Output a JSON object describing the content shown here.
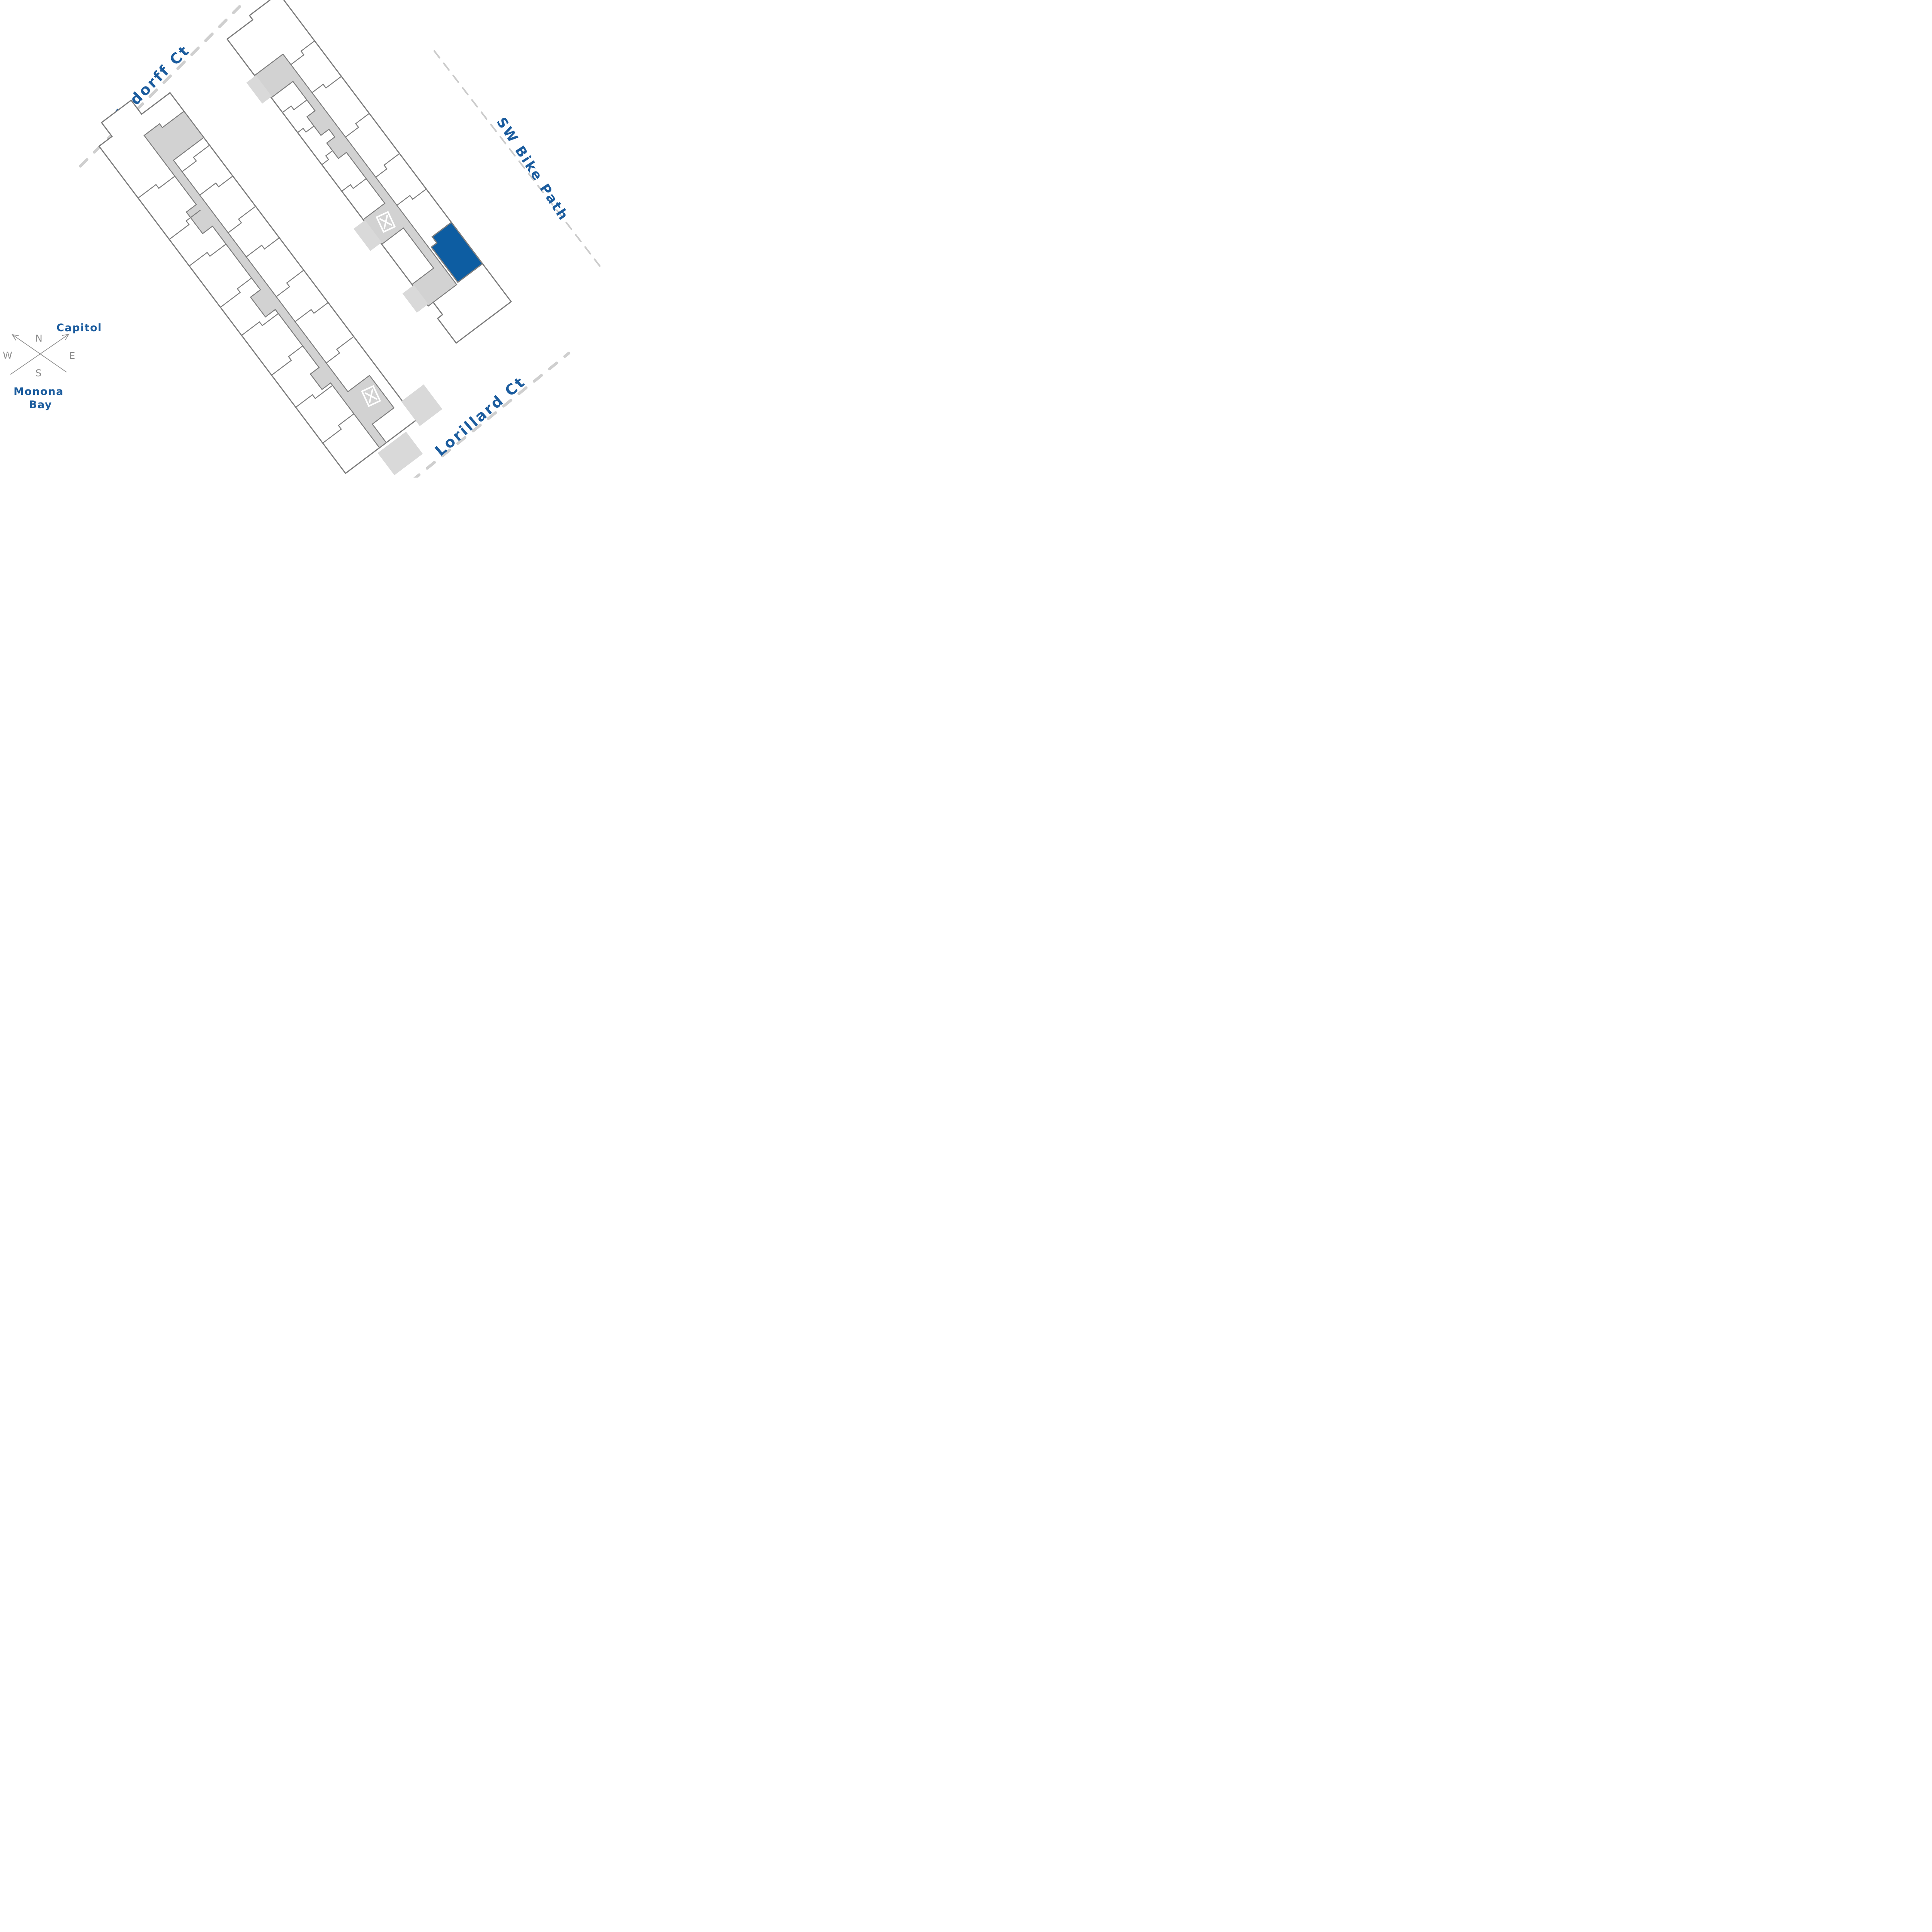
{
  "streets": {
    "findorff": "Findorff Ct",
    "sw_bike_path": "SW Bike Path",
    "lorillard": "Lorillard Ct"
  },
  "landmarks": {
    "capitol": "Capitol",
    "monona_bay_line1": "Monona",
    "monona_bay_line2": "Bay"
  },
  "compass": {
    "north": "N",
    "east": "E",
    "south": "S",
    "west": "W"
  },
  "buildings": {
    "west": {
      "elevator_marker": "X"
    },
    "east": {
      "elevator_marker": "X",
      "has_highlighted_unit": true
    }
  },
  "highlighted_unit": {
    "building": "east",
    "color": "#0d5da2"
  },
  "colors": {
    "label_blue": "#1b5c9e",
    "highlight_blue": "#0d5da2",
    "corridor_gray": "#d2d2d2",
    "outline_gray": "#7d7d7d",
    "dash_gray": "#cfcfcf",
    "compass_gray": "#8a8a8a"
  }
}
